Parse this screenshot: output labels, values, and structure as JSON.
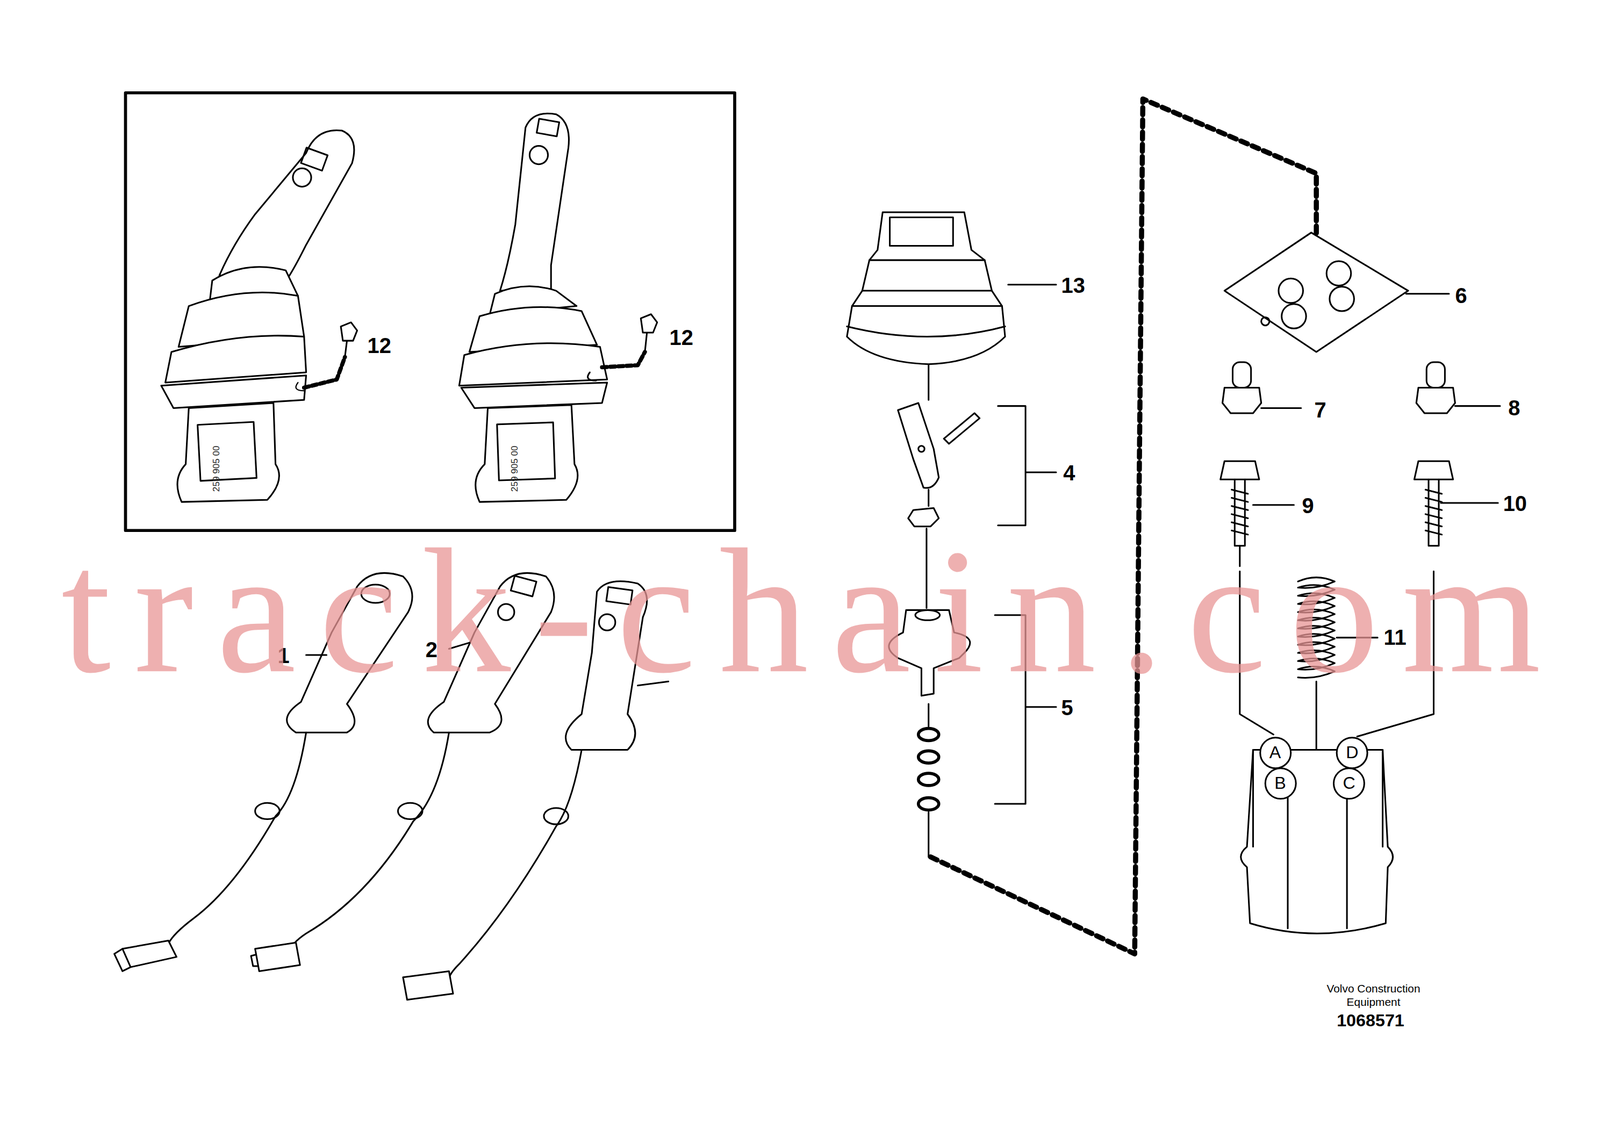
{
  "diagram": {
    "labels": [
      "1",
      "2",
      "4",
      "5",
      "6",
      "7",
      "8",
      "9",
      "10",
      "11",
      "12",
      "12",
      "13",
      "A",
      "D",
      "B",
      "C",
      "259 905 00",
      "259 905 00",
      "track-chain.com",
      "Volvo Construction Equipment",
      "1068571"
    ]
  }
}
